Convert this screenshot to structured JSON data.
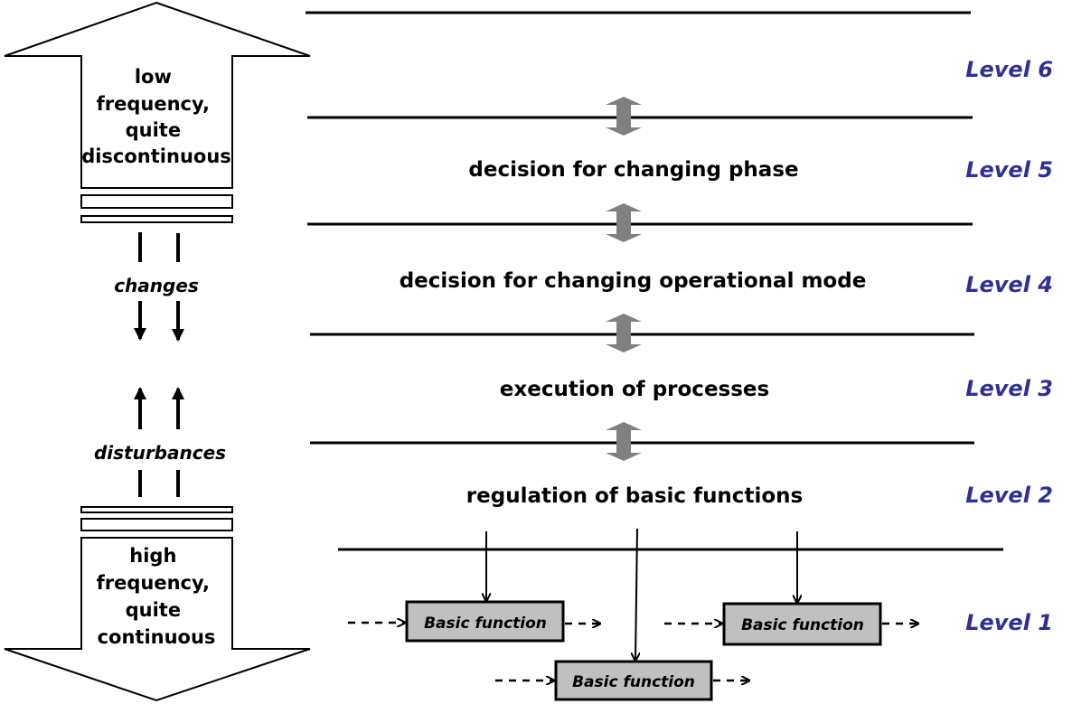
{
  "top_arrow": {
    "lines": [
      "low",
      "frequency,",
      "quite",
      "discontinuous"
    ]
  },
  "bottom_arrow": {
    "lines": [
      "high",
      "frequency,",
      "quite",
      "continuous"
    ]
  },
  "changes_label": "changes",
  "disturbances_label": "disturbances",
  "layers": [
    {
      "level": "Level 6",
      "text": ""
    },
    {
      "level": "Level 5",
      "text": "decision for changing phase"
    },
    {
      "level": "Level 4",
      "text": "decision for changing operational mode"
    },
    {
      "level": "Level 3",
      "text": "execution of processes"
    },
    {
      "level": "Level 2",
      "text": "regulation of basic functions"
    },
    {
      "level": "Level 1",
      "text": ""
    }
  ],
  "basic_functions": [
    "Basic function",
    "Basic function",
    "Basic function"
  ],
  "colors": {
    "level_label": "#2e3192",
    "connector": "#808080",
    "box_fill": "#c0c0c0"
  }
}
